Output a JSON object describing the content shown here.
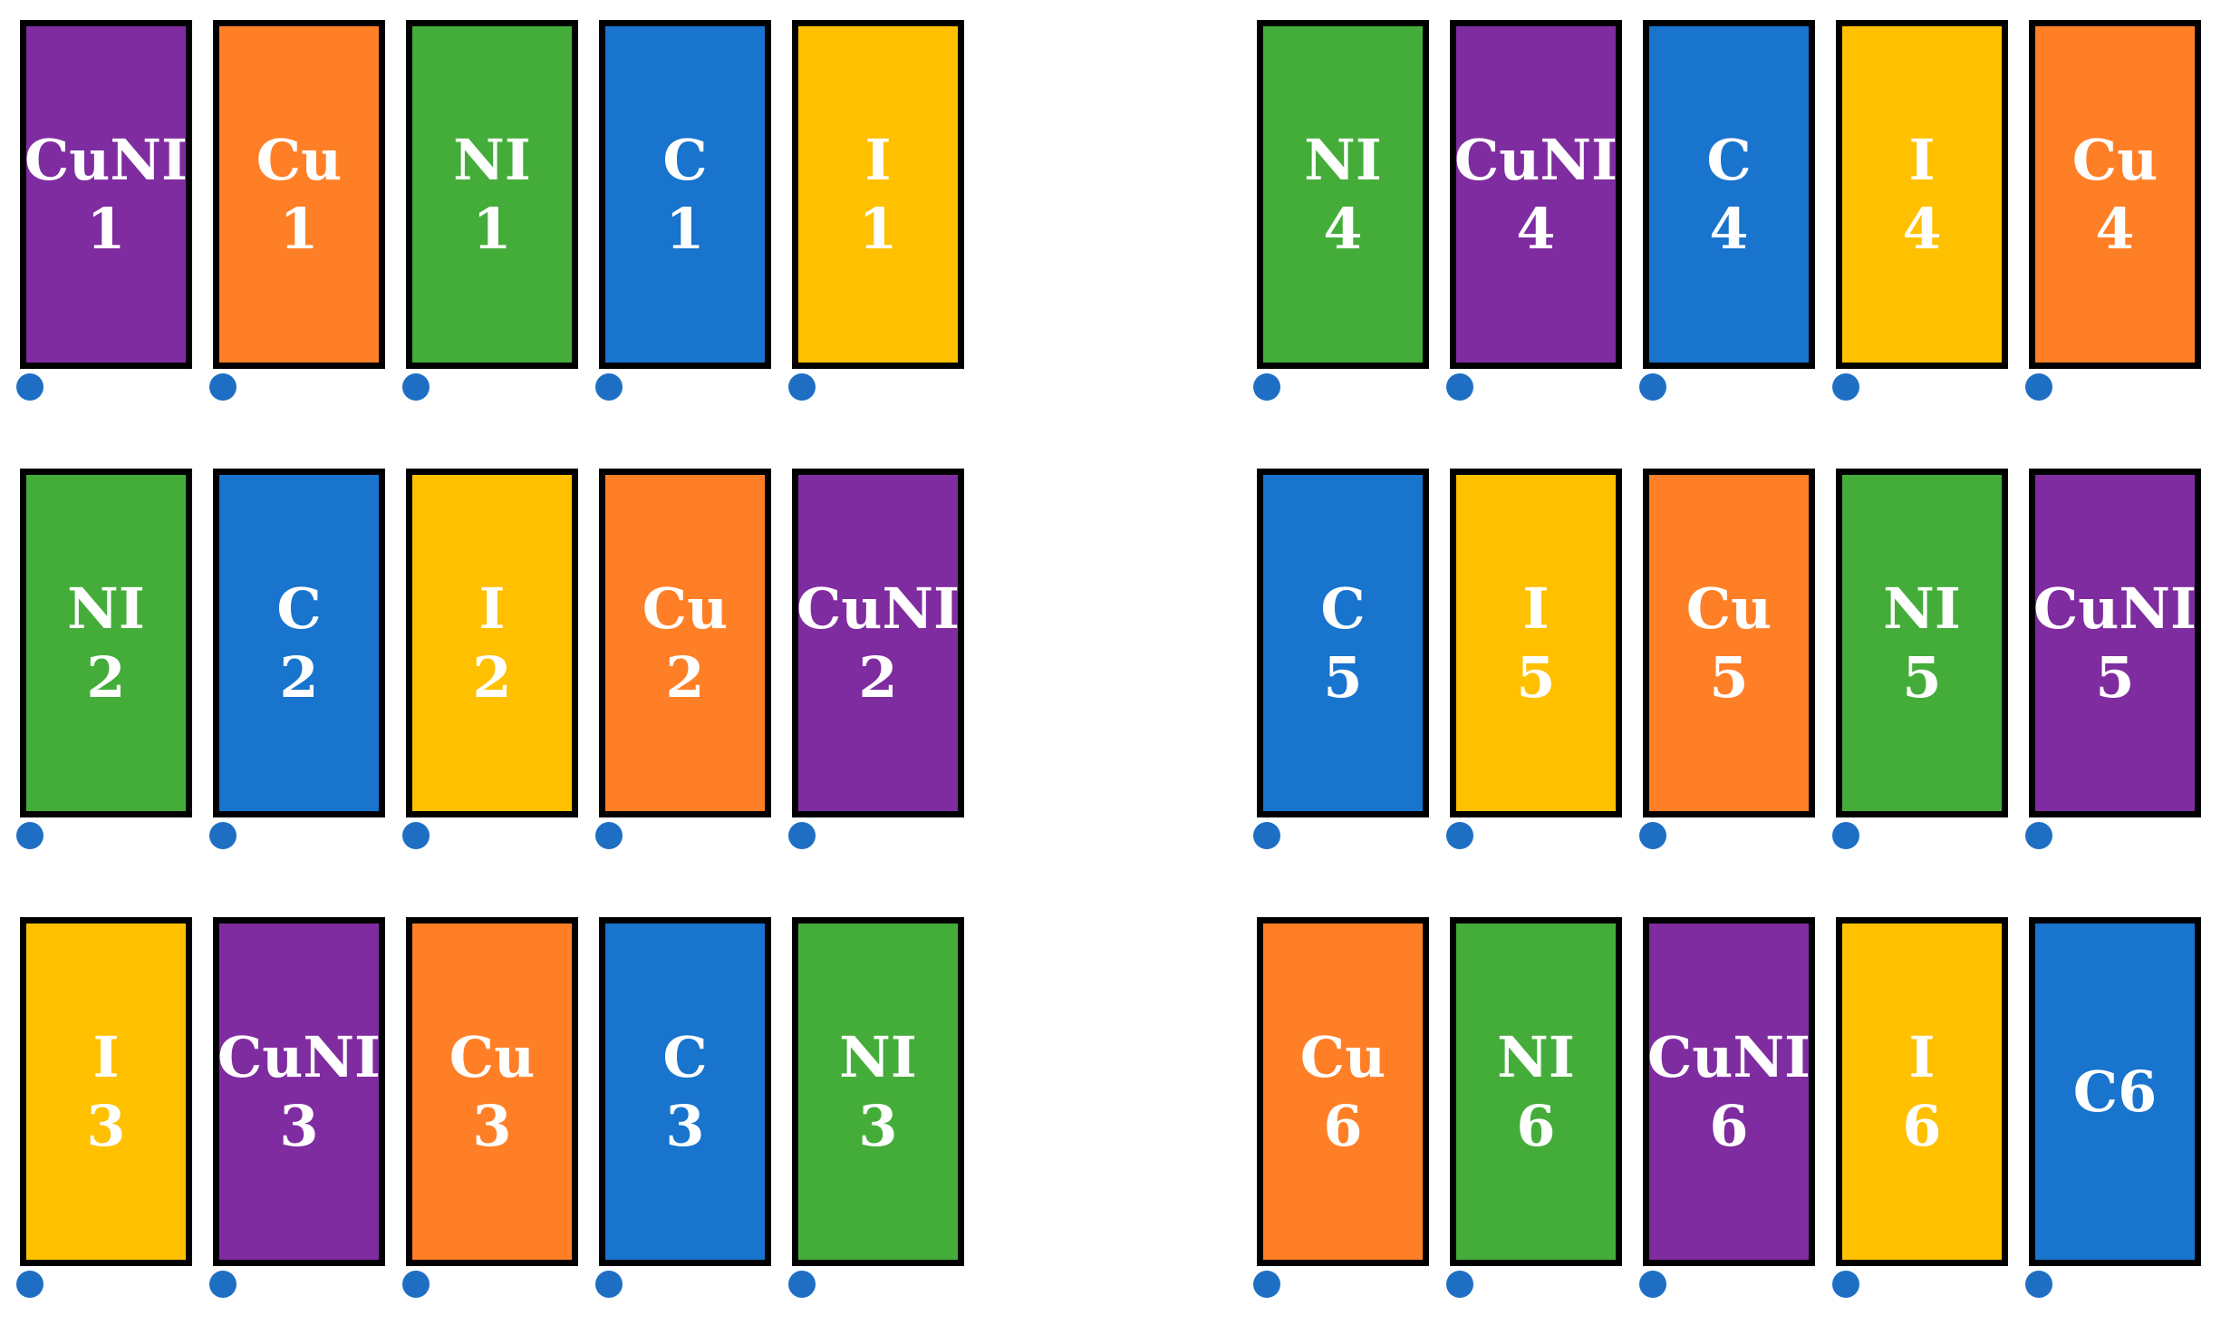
{
  "colors": {
    "purple": "#7F2CA0",
    "orange": "#FF7F27",
    "green": "#44AD3A",
    "blue": "#1874CD",
    "yellow": "#FFC000",
    "marker": "#1E6FC4"
  },
  "groups": [
    {
      "rows": [
        {
          "blocks": [
            {
              "lines": [
                "CuNI",
                "1"
              ],
              "color": "purple"
            },
            {
              "lines": [
                "Cu",
                "1"
              ],
              "color": "orange"
            },
            {
              "lines": [
                "NI",
                "1"
              ],
              "color": "green"
            },
            {
              "lines": [
                "C",
                "1"
              ],
              "color": "blue"
            },
            {
              "lines": [
                "I",
                "1"
              ],
              "color": "yellow"
            }
          ]
        },
        {
          "blocks": [
            {
              "lines": [
                "NI",
                "2"
              ],
              "color": "green"
            },
            {
              "lines": [
                "C",
                "2"
              ],
              "color": "blue"
            },
            {
              "lines": [
                "I",
                "2"
              ],
              "color": "yellow"
            },
            {
              "lines": [
                "Cu",
                "2"
              ],
              "color": "orange"
            },
            {
              "lines": [
                "CuNI",
                "2"
              ],
              "color": "purple"
            }
          ]
        },
        {
          "blocks": [
            {
              "lines": [
                "I",
                "3"
              ],
              "color": "yellow"
            },
            {
              "lines": [
                "CuNI",
                "3"
              ],
              "color": "purple"
            },
            {
              "lines": [
                "Cu",
                "3"
              ],
              "color": "orange"
            },
            {
              "lines": [
                "C",
                "3"
              ],
              "color": "blue"
            },
            {
              "lines": [
                "NI",
                "3"
              ],
              "color": "green"
            }
          ]
        }
      ]
    },
    {
      "rows": [
        {
          "blocks": [
            {
              "lines": [
                "NI",
                "4"
              ],
              "color": "green"
            },
            {
              "lines": [
                "CuNI",
                "4"
              ],
              "color": "purple"
            },
            {
              "lines": [
                "C",
                "4"
              ],
              "color": "blue"
            },
            {
              "lines": [
                "I",
                "4"
              ],
              "color": "yellow"
            },
            {
              "lines": [
                "Cu",
                "4"
              ],
              "color": "orange"
            }
          ]
        },
        {
          "blocks": [
            {
              "lines": [
                "C",
                "5"
              ],
              "color": "blue"
            },
            {
              "lines": [
                "I",
                "5"
              ],
              "color": "yellow"
            },
            {
              "lines": [
                "Cu",
                "5"
              ],
              "color": "orange"
            },
            {
              "lines": [
                "NI",
                "5"
              ],
              "color": "green"
            },
            {
              "lines": [
                "CuNI",
                "5"
              ],
              "color": "purple"
            }
          ]
        },
        {
          "blocks": [
            {
              "lines": [
                "Cu",
                "6"
              ],
              "color": "orange"
            },
            {
              "lines": [
                "NI",
                "6"
              ],
              "color": "green"
            },
            {
              "lines": [
                "CuNI",
                "6"
              ],
              "color": "purple"
            },
            {
              "lines": [
                "I",
                "6"
              ],
              "color": "yellow"
            },
            {
              "lines": [
                "C6"
              ],
              "color": "blue"
            }
          ]
        }
      ]
    }
  ]
}
